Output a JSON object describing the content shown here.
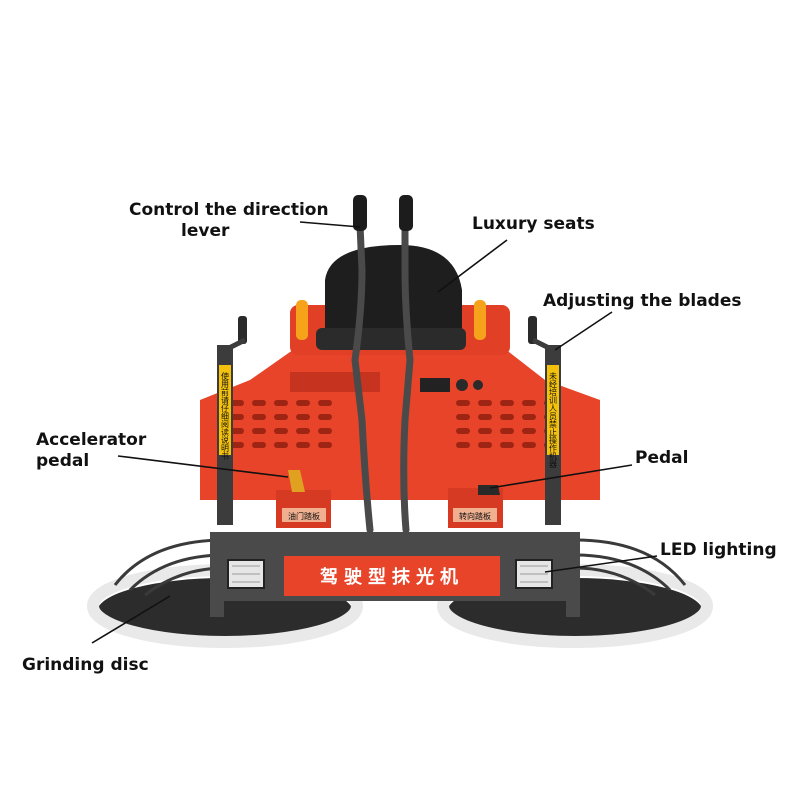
{
  "callouts": {
    "control_lever": [
      "Control the direction",
      "lever"
    ],
    "luxury_seats": "Luxury seats",
    "adjusting_blades": "Adjusting the blades",
    "accelerator_pedal": [
      "Accelerator",
      "pedal"
    ],
    "pedal": "Pedal",
    "led_lighting": "LED lighting",
    "grinding_disc": "Grinding disc"
  },
  "machine_text": {
    "front_plate": "驾驶型抹光机",
    "left_post_sticker": "使用前请仔细阅读说明书",
    "right_post_sticker": "未经培训人员禁止操作机器",
    "left_pedal_plate": "油门踏板",
    "right_pedal_plate": "转向踏板"
  },
  "colors": {
    "body_red": "#e8442a",
    "dark_red": "#b92a1a",
    "frame_gray": "#4a4a4a",
    "seat_black": "#1e1e1e",
    "sticker_yellow": "#f4c20d",
    "pad_white": "#efefef"
  }
}
